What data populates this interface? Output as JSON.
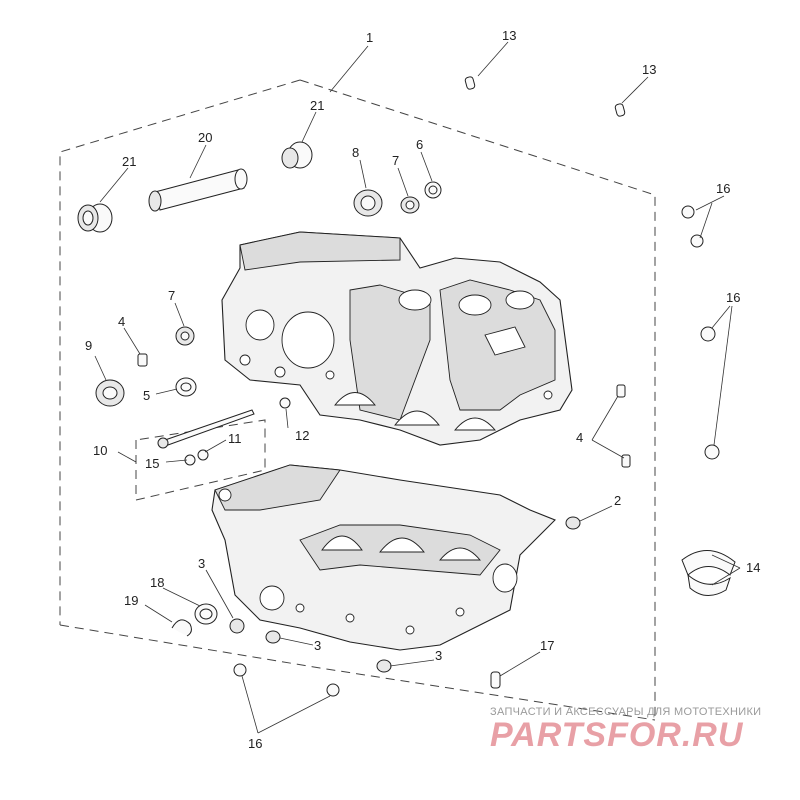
{
  "callouts": {
    "c1": "1",
    "c2": "2",
    "c3a": "3",
    "c3b": "3",
    "c3c": "3",
    "c4a": "4",
    "c4b": "4",
    "c5": "5",
    "c6": "6",
    "c7a": "7",
    "c7b": "7",
    "c8": "8",
    "c9": "9",
    "c10": "10",
    "c11": "11",
    "c12": "12",
    "c13a": "13",
    "c13b": "13",
    "c14": "14",
    "c15": "15",
    "c16a": "16",
    "c16b": "16",
    "c16c": "16",
    "c17": "17",
    "c18": "18",
    "c19": "19",
    "c20": "20",
    "c21a": "21",
    "c21b": "21"
  },
  "watermark": {
    "tagline": "ЗАПЧАСТИ И АКСЕССУАРЫ ДЛЯ МОТОТЕХНИКИ",
    "logo": "PARTSFOR.RU"
  }
}
